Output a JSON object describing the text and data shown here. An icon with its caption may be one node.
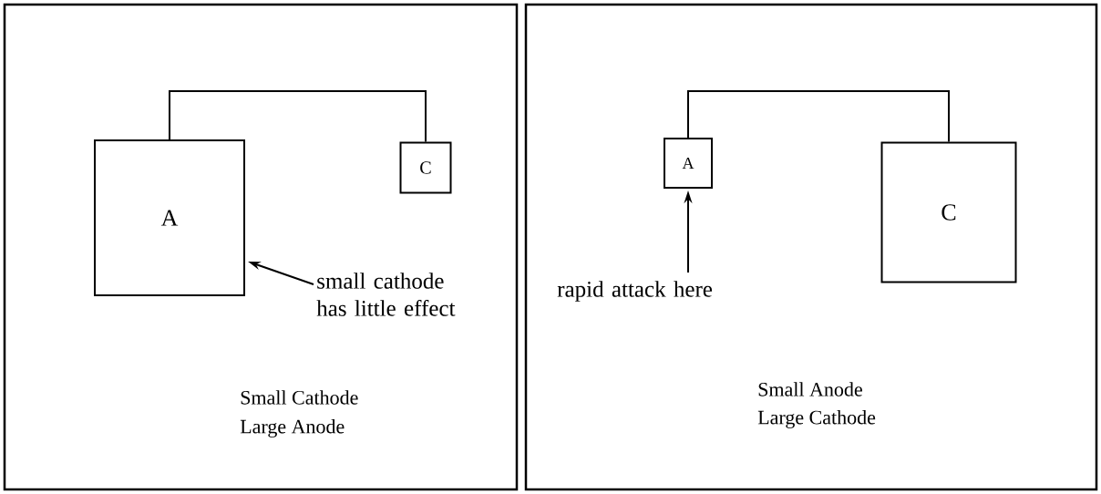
{
  "diagram": {
    "nodes": [
      {
        "text": [],
        "shape": "box"
      },
      {
        "text": [
          "A"
        ],
        "in": 0
      },
      {
        "text": [
          "C"
        ],
        "in": 0
      },
      {
        "text": [
          "small cathode has little effect"
        ],
        "in": 0
      },
      {
        "text": [],
        "shape": "box"
      },
      {
        "text": [
          "A"
        ],
        "in": 4
      },
      {
        "text": [
          "C"
        ],
        "in": 4
      },
      {
        "text": [
          "rapid attack here"
        ],
        "in": 4
      }
    ],
    "edges": [
      {
        "from": 1,
        "to": 2,
        "arrow": "none"
      },
      {
        "from": 3,
        "to": 1,
        "arrow": "to"
      },
      {
        "from": 5,
        "to": 6,
        "arrow": "none"
      },
      {
        "from": 7,
        "to": 5,
        "arrow": "to"
      }
    ],
    "labels": [
      "Small Cathode",
      "Large Anode",
      "Small Anode",
      "Large Cathode"
    ]
  }
}
